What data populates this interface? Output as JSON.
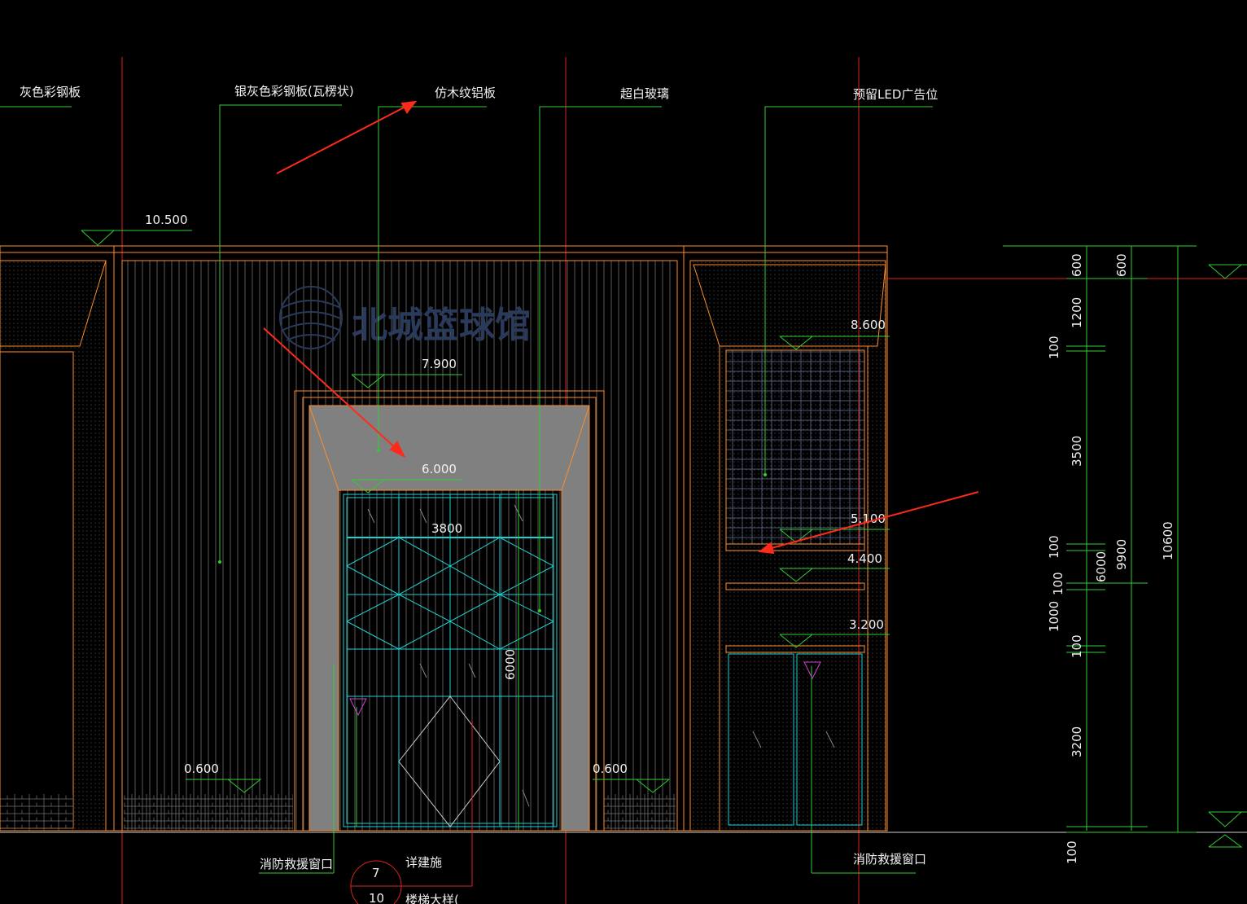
{
  "colors": {
    "background": "#000000",
    "outline": "#ff8c2a",
    "leader": "#33cc33",
    "axis": "#e02020",
    "glass": "#1fd0d0",
    "arrow": "#ff2a1a",
    "frame_fill": "#808080"
  },
  "labels": {
    "gray_steel": "灰色彩钢板",
    "silver_steel": "银灰色彩钢板(瓦楞状)",
    "wood_alu": "仿木纹铝板",
    "clear_glass": "超白玻璃",
    "led_reserve": "预留LED广告位",
    "fire_window_left": "消防救援窗口",
    "fire_window_right": "消防救援窗口",
    "detail_note": "详建施",
    "detail_note2": "楼梯大样(",
    "detail_top": "7",
    "detail_bottom": "10"
  },
  "logo": {
    "text": "北城篮球馆",
    "icon": "basketball-globe-icon"
  },
  "levels": {
    "roof": "10.500",
    "canopy": "7.900",
    "door_top": "6.000",
    "led_top": "8.600",
    "led_bottom": "5.100",
    "band": "4.400",
    "window_top": "3.200",
    "base_left": "0.600",
    "base_right": "0.600"
  },
  "dims": {
    "door_width": "3800",
    "door_height": "6000",
    "c1": [
      "600",
      "1200",
      "100",
      "3500",
      "100",
      "100",
      "1000",
      "100",
      "3200",
      "100"
    ],
    "c2": [
      "600",
      "6000"
    ],
    "c3": "9900",
    "c4": "10600"
  }
}
